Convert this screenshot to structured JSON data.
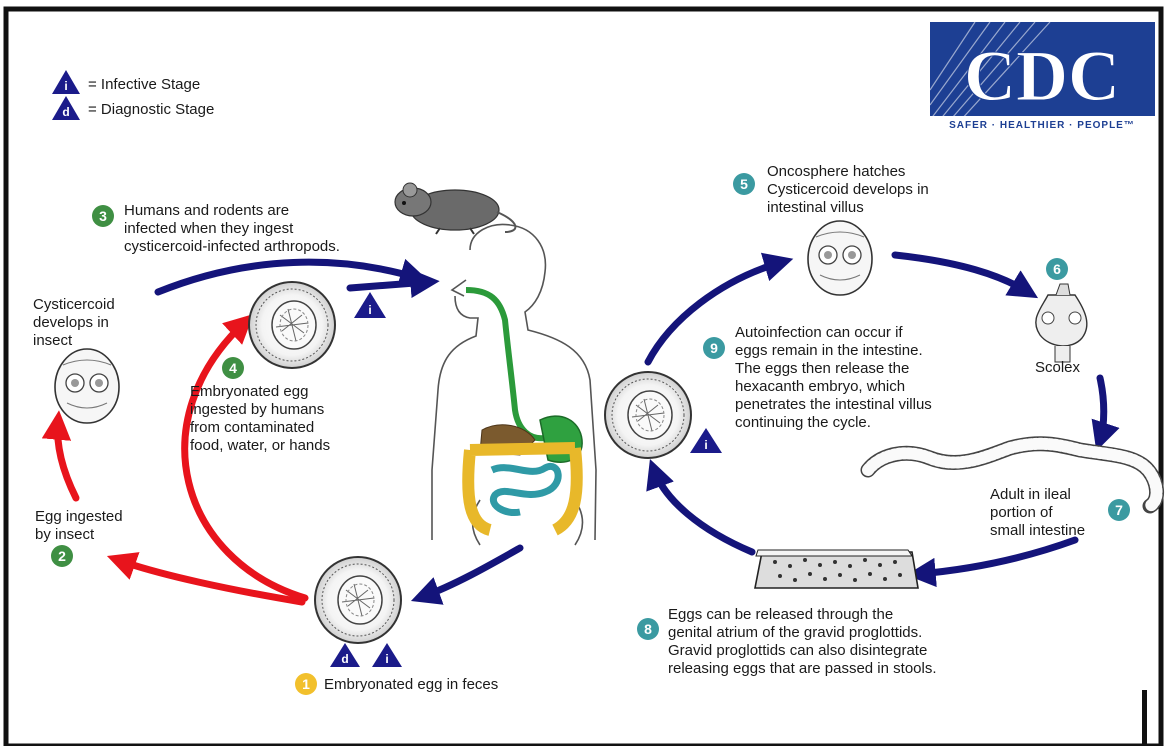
{
  "legend": {
    "infective_symbol": "i",
    "infective_text": "= Infective Stage",
    "diagnostic_symbol": "d",
    "diagnostic_text": "= Diagnostic Stage"
  },
  "logo": {
    "text": "CDC",
    "tagline": "SAFER · HEALTHIER · PEOPLE™"
  },
  "steps": [
    {
      "number": "1",
      "lines": [
        "Embryonated egg in feces"
      ]
    },
    {
      "number": "2",
      "lines": [
        "Egg ingested",
        "by insect"
      ]
    },
    {
      "number": "3",
      "lines": [
        "Humans and rodents are",
        "infected when they ingest",
        "cysticercoid-infected arthropods."
      ]
    },
    {
      "number": "4",
      "lines": [
        "Embryonated egg",
        "ingested by humans",
        "from contaminated",
        "food, water, or hands"
      ]
    },
    {
      "number": "5",
      "lines": [
        "Oncosphere hatches",
        "Cysticercoid develops in",
        "intestinal villus"
      ]
    },
    {
      "number": "6",
      "lines": [
        "Scolex"
      ]
    },
    {
      "number": "7",
      "lines": [
        "Adult in ileal",
        "portion of",
        "small intestine"
      ]
    },
    {
      "number": "8",
      "lines": [
        "Eggs can be released through the",
        "genital atrium of the gravid proglottids.",
        "Gravid proglottids can also disintegrate",
        "releasing eggs that are passed in stools."
      ]
    },
    {
      "number": "9",
      "lines": [
        "Autoinfection can occur if",
        "eggs remain in the intestine.",
        "The eggs then release the",
        "hexacanth embryo, which",
        "penetrates the intestinal villus",
        "continuing the cycle."
      ]
    }
  ],
  "insect_label": [
    "Cysticercoid",
    "develops in",
    "insect"
  ],
  "stage_markers": {
    "infective": "i",
    "diagnostic": "d"
  },
  "colors": {
    "blue_arrow": "#14147a",
    "red_arrow": "#e8141c",
    "green_step": "#3f8f43",
    "teal_step": "#3b9aa1",
    "yellow_step": "#f2c02c",
    "marker_blue": "#1b1b8a",
    "logo_blue": "#1d3f93"
  }
}
